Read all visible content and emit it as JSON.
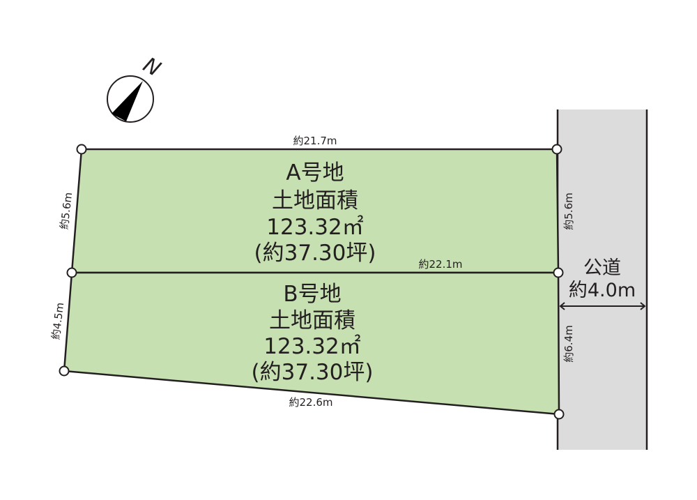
{
  "colors": {
    "lot_fill": "#c6e0b1",
    "road_fill": "#dcdcdc",
    "line": "#231f20"
  },
  "compass": {
    "label": "N"
  },
  "lot_a": {
    "name": "A号地",
    "area_label": "土地面積",
    "area": "123.32㎡",
    "tsubo": "(約37.30坪)"
  },
  "lot_b": {
    "name": "B号地",
    "area_label": "土地面積",
    "area": "123.32㎡",
    "tsubo": "(約37.30坪)"
  },
  "dimensions": {
    "top": "約21.7m",
    "a_left": "約5.6m",
    "a_right": "約5.6m",
    "middle": "約22.1m",
    "b_left": "約4.5m",
    "b_right": "約6.4m",
    "bottom": "約22.6m"
  },
  "road": {
    "label": "公道",
    "width": "約4.0m"
  }
}
